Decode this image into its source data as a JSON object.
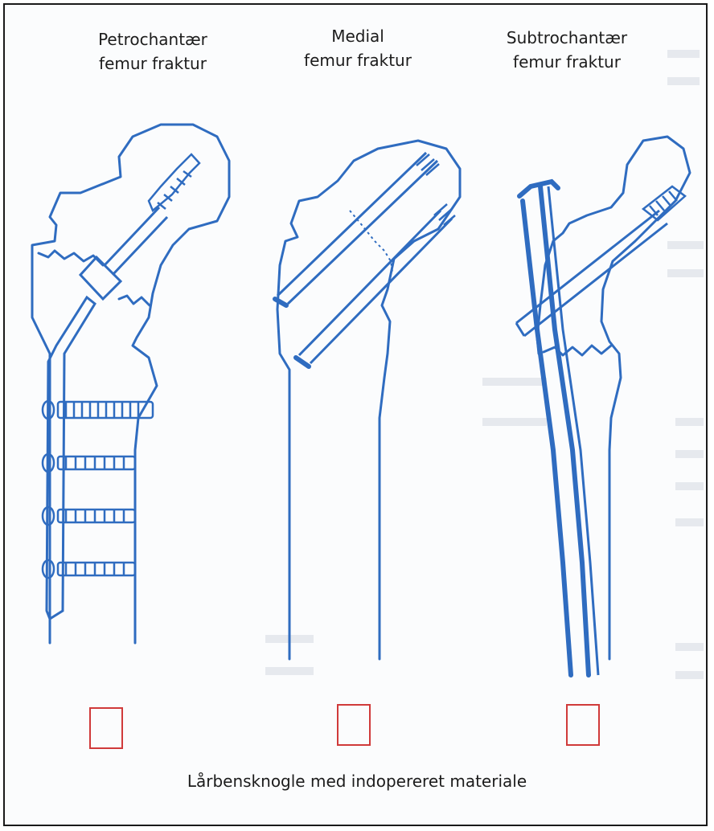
{
  "diagrams": [
    {
      "title_line1": "Petrochantær",
      "title_line2": "femur fraktur"
    },
    {
      "title_line1": "Medial",
      "title_line2": "femur fraktur"
    },
    {
      "title_line1": "Subtrochantær",
      "title_line2": "femur fraktur"
    }
  ],
  "caption": "Lårbensknogle med indopereret materiale",
  "colors": {
    "drawing": "#2f6cc0",
    "checkbox": "#d03a3a",
    "text": "#1c1c1c"
  }
}
